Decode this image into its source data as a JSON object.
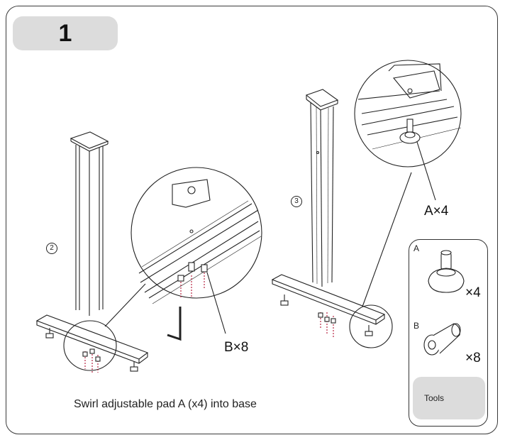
{
  "step": {
    "number": "1"
  },
  "caption": "Swirl adjustable pad A (x4) into base",
  "callouts": {
    "bolts": "B×8",
    "pads": "A×4"
  },
  "sub_steps": {
    "left": "2",
    "right": "3"
  },
  "parts": {
    "a": {
      "letter": "A",
      "qty": "×4",
      "icon": "adjustable-pad-icon"
    },
    "b": {
      "letter": "B",
      "qty": "×8",
      "icon": "bolt-icon"
    },
    "tools": {
      "label": "Tools",
      "icon": "allen-key-icon"
    }
  }
}
